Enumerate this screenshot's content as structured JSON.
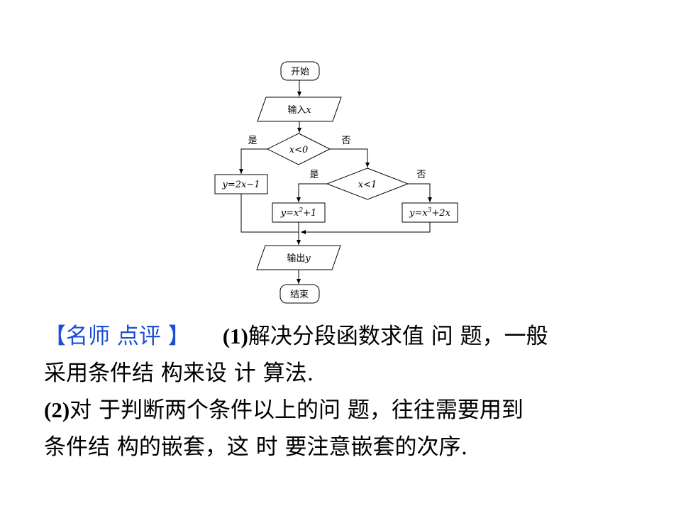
{
  "flowchart": {
    "start": "开始",
    "input": "输入",
    "input_var": "x",
    "cond1": "x<0",
    "cond1_yes": "是",
    "cond1_no": "否",
    "cond2": "x<1",
    "cond2_yes": "是",
    "cond2_no": "否",
    "box_left": "y=2x−1",
    "box_mid_pre": "y=x",
    "box_mid_exp": "2",
    "box_mid_post": "+1",
    "box_right_pre": "y=x",
    "box_right_exp": "3",
    "box_right_post": "+2x",
    "output": "输出",
    "output_var": "y",
    "end": "结束"
  },
  "commentary": {
    "header": "【名师 点评 】",
    "p1_num": "(1)",
    "p1_line1": "解决分段函数求值 问 题，一般",
    "p1_line2": "采用条件结 构来设 计 算法.",
    "p2_num": "(2)",
    "p2_line1": "对 于判断两个条件以上的问 题，往往需要用到",
    "p2_line2": "条件结 构的嵌套，这 时 要注意嵌套的次序."
  }
}
